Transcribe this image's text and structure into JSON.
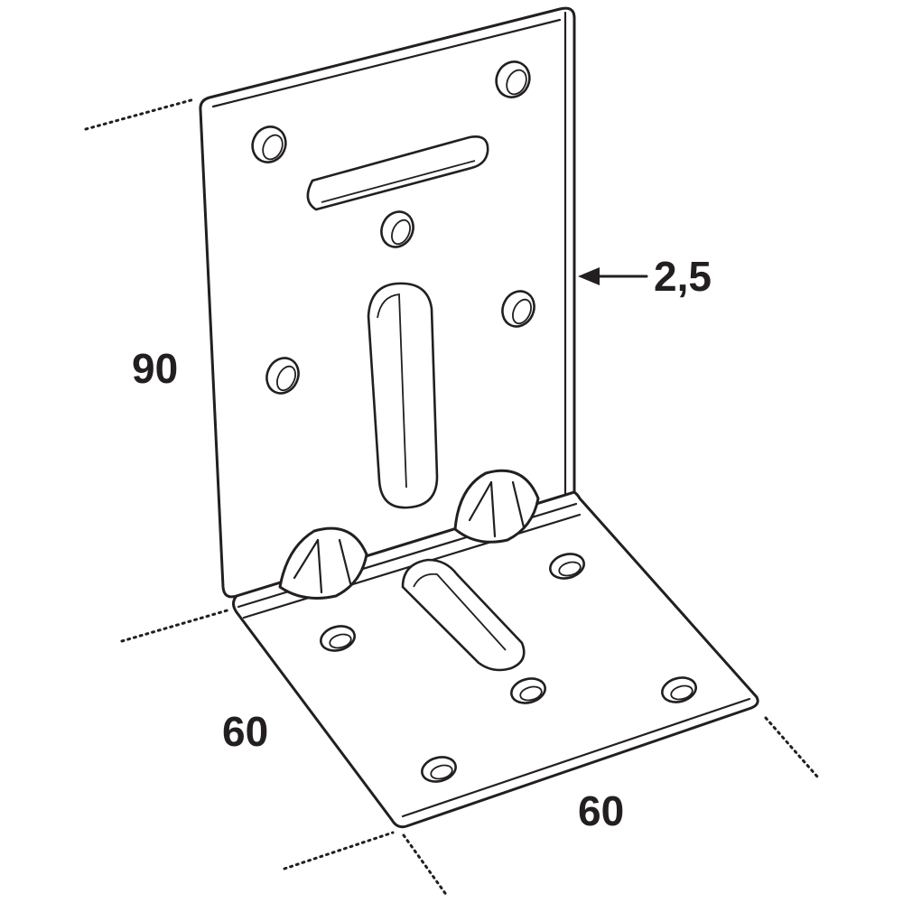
{
  "dimensions": {
    "height_label": "90",
    "depth_label": "60",
    "width_label": "60",
    "thickness_label": "2,5"
  },
  "colors": {
    "line": "#231f20",
    "background": "#ffffff"
  }
}
